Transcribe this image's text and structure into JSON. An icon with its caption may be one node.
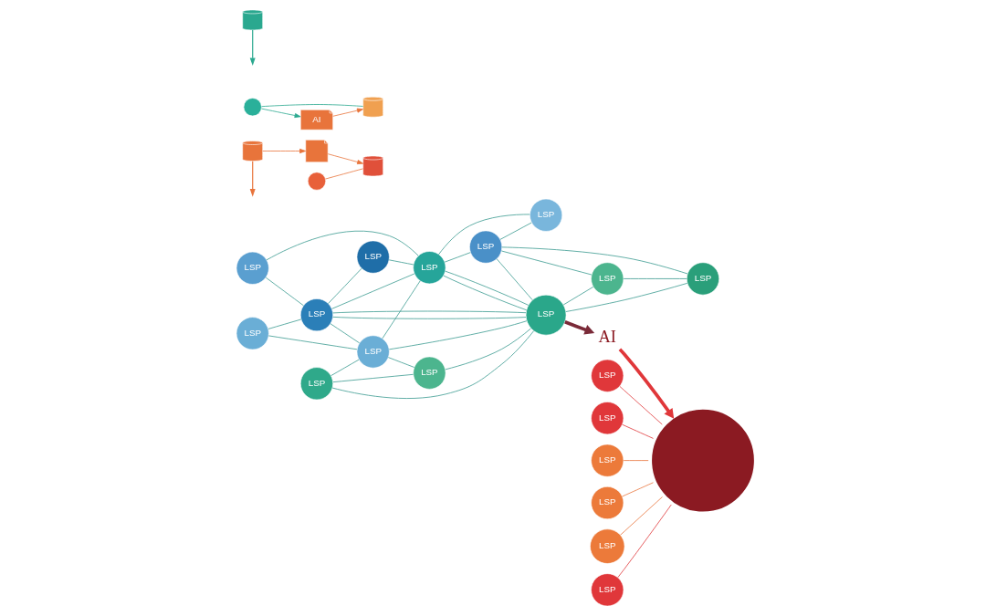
{
  "diagram": {
    "nodes": [
      {
        "text": [
          "LSP"
        ]
      },
      {
        "text": [
          "LSP"
        ]
      },
      {
        "text": [
          "LSP"
        ]
      },
      {
        "text": [
          "LSP"
        ]
      },
      {
        "text": [
          "LSP"
        ]
      },
      {
        "text": [
          "LSP"
        ]
      },
      {
        "text": [
          "LSP"
        ]
      },
      {
        "text": [
          "LSP"
        ]
      },
      {
        "text": [
          "LSP"
        ]
      },
      {
        "text": [
          "LSP"
        ]
      },
      {
        "text": [
          "LSP"
        ]
      },
      {
        "text": [
          "LSP"
        ]
      },
      {
        "text": [
          "LSP"
        ]
      },
      {
        "text": [],
        "shape": "cylinder"
      },
      {
        "text": [],
        "shape": "circle"
      },
      {
        "text": [],
        "shape": "picture"
      },
      {
        "text": [],
        "shape": "cylinder"
      },
      {
        "text": [],
        "shape": "cylinder"
      },
      {
        "text": [],
        "shape": "circle"
      },
      {
        "text": [
          "AI"
        ]
      },
      {
        "text": [],
        "shape": "cylinder"
      },
      {
        "text": [
          "AI"
        ]
      },
      {
        "text": [],
        "shape": "circle"
      },
      {
        "text": [
          "LSP"
        ]
      },
      {
        "text": [
          "LSP"
        ]
      },
      {
        "text": [
          "LSP"
        ]
      },
      {
        "text": [
          "LSP"
        ]
      },
      {
        "text": [
          "LSP"
        ]
      },
      {
        "text": [
          "LSP"
        ]
      }
    ],
    "edges": [
      {
        "from": 0,
        "to": 4,
        "arrow": "none"
      },
      {
        "from": 0,
        "to": 3,
        "arrow": "none"
      },
      {
        "from": 1,
        "to": 3,
        "arrow": "none"
      },
      {
        "from": 1,
        "to": 7,
        "arrow": "none"
      },
      {
        "from": 1,
        "to": 5,
        "arrow": "none"
      },
      {
        "from": 2,
        "to": 4,
        "arrow": "none"
      },
      {
        "from": 2,
        "to": 8,
        "arrow": "none"
      },
      {
        "from": 4,
        "to": 3,
        "arrow": "none"
      },
      {
        "from": 4,
        "to": 6,
        "arrow": "none"
      },
      {
        "from": 4,
        "to": 7,
        "arrow": "none"
      },
      {
        "from": 4,
        "to": 7,
        "arrow": "none"
      },
      {
        "from": 4,
        "to": 8,
        "arrow": "none"
      },
      {
        "from": 3,
        "to": 8,
        "arrow": "none"
      },
      {
        "from": 3,
        "to": 7,
        "arrow": "none"
      },
      {
        "from": 3,
        "to": 5,
        "arrow": "none"
      },
      {
        "from": 6,
        "to": 8,
        "arrow": "none"
      },
      {
        "from": 8,
        "to": 7,
        "arrow": "none"
      },
      {
        "from": 8,
        "to": 7,
        "arrow": "none"
      },
      {
        "from": 5,
        "to": 7,
        "arrow": "none"
      },
      {
        "from": 8,
        "to": 9,
        "arrow": "none"
      },
      {
        "from": 8,
        "to": 11,
        "arrow": "none"
      },
      {
        "from": 9,
        "to": 7,
        "arrow": "none"
      },
      {
        "from": 9,
        "to": 10,
        "arrow": "none"
      },
      {
        "from": 9,
        "to": 12,
        "arrow": "none"
      },
      {
        "from": 9,
        "to": 11,
        "arrow": "none"
      },
      {
        "from": 7,
        "to": 10,
        "arrow": "none"
      },
      {
        "from": 7,
        "to": 12,
        "arrow": "none"
      },
      {
        "from": 10,
        "to": 12,
        "arrow": "none"
      },
      {
        "from": 7,
        "to": 21,
        "arrow": "to",
        "style": "thick",
        "color": "#7a2a38"
      },
      {
        "from": 21,
        "to": 22,
        "arrow": "to",
        "style": "thick",
        "color": "#e0373a"
      },
      {
        "from": 13,
        "to": null,
        "arrow": "to",
        "color": "#e8743b"
      },
      {
        "from": 13,
        "to": 15,
        "arrow": "to",
        "color": "#e8743b"
      },
      {
        "from": 14,
        "to": 16,
        "arrow": "none",
        "color": "#e8743b"
      },
      {
        "from": 15,
        "to": 16,
        "arrow": "to",
        "color": "#e8743b"
      },
      {
        "from": 19,
        "to": 17,
        "arrow": "to",
        "color": "#e8743b"
      },
      {
        "from": 18,
        "to": 17,
        "arrow": "none",
        "color": "#2aa88f"
      },
      {
        "from": 18,
        "to": 19,
        "arrow": "to",
        "color": "#2aa88f"
      },
      {
        "from": 20,
        "to": null,
        "arrow": "to",
        "color": "#2aa88f"
      },
      {
        "from": 23,
        "to": 22,
        "arrow": "none",
        "color": "#e8743b"
      },
      {
        "from": 24,
        "to": 22,
        "arrow": "none",
        "color": "#e8743b"
      },
      {
        "from": 25,
        "to": 22,
        "arrow": "none",
        "color": "#e8743b"
      },
      {
        "from": 26,
        "to": 22,
        "arrow": "none",
        "color": "#e0373a"
      },
      {
        "from": 27,
        "to": 22,
        "arrow": "none",
        "color": "#e0373a"
      },
      {
        "from": 28,
        "to": 22,
        "arrow": "none",
        "color": "#e0373a"
      }
    ]
  }
}
